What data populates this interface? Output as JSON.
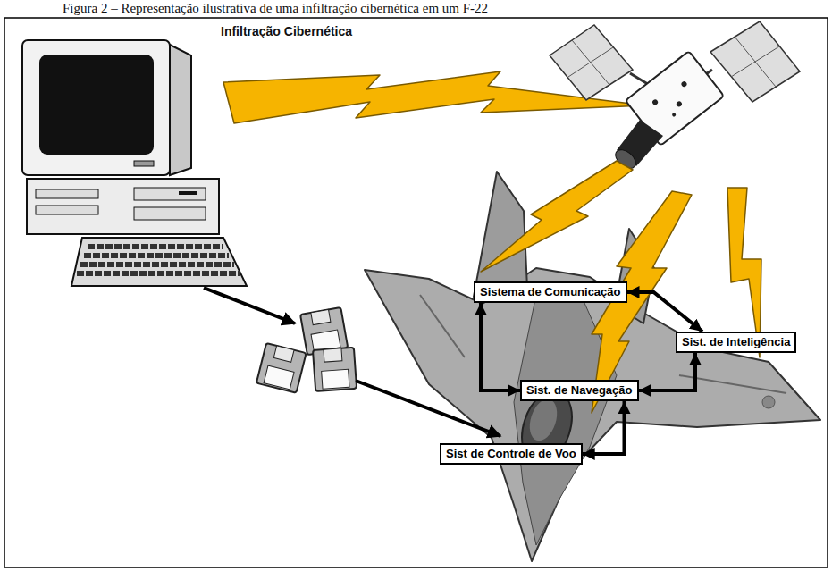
{
  "diagram": {
    "title": "Figura 2 – Representação ilustrativa de uma infiltração cibernética em um F-22",
    "nodes": [
      {
        "text": [
          "Sistema de Comunicação"
        ]
      },
      {
        "text": [
          "Sist. de Inteligência"
        ]
      },
      {
        "text": [
          "Sist. de Navegação"
        ]
      },
      {
        "text": [
          "Sist de Controle de Voo"
        ]
      }
    ],
    "edges": [
      {
        "from": 0,
        "to": 1,
        "arrow": "both"
      },
      {
        "from": 0,
        "to": 2,
        "arrow": "both"
      },
      {
        "from": 2,
        "to": 1,
        "arrow": "both"
      },
      {
        "from": 2,
        "to": 3,
        "arrow": "both"
      }
    ],
    "labels": [
      "Infiltração Cibernética"
    ]
  }
}
